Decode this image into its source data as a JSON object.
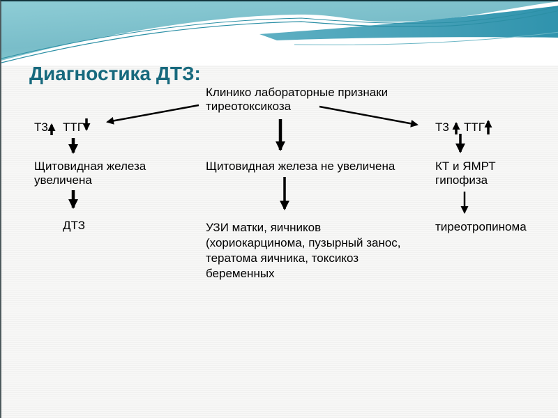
{
  "slide": {
    "title": "Диагностика ДТЗ:",
    "root_node": {
      "line1": "Клинико лабораторные признаки",
      "line2": "тиреотоксикоза"
    },
    "left_branch": {
      "hormones": {
        "t3": "Т3",
        "t3_direction": "up",
        "ttg": "ТТГ",
        "ttg_direction": "down"
      },
      "step": {
        "line1": "Щитовидная железа",
        "line2": "увеличена"
      },
      "result": "ДТЗ"
    },
    "middle_branch": {
      "step": "Щитовидная железа не увеличена",
      "result_lines": [
        "УЗИ матки, яичников",
        "(хориокарцинома, пузырный занос,",
        "тератома яичника, токсикоз",
        "беременных"
      ]
    },
    "right_branch": {
      "hormones": {
        "t3": "Т3",
        "t3_direction": "up",
        "ttg": "ТТГ",
        "ttg_direction": "up"
      },
      "step": {
        "line1": "КТ и ЯМРТ",
        "line2": "гипофиза"
      },
      "result": "тиреотропинома"
    },
    "colors": {
      "title": "#17697d",
      "text": "#000000",
      "arrow": "#000000",
      "header_teal": "#7cbfca",
      "header_teal_light": "#93ced5",
      "header_band_dark": "#2f93ad",
      "header_line": "#2b8fa5",
      "background": "#f7f7f6"
    }
  }
}
